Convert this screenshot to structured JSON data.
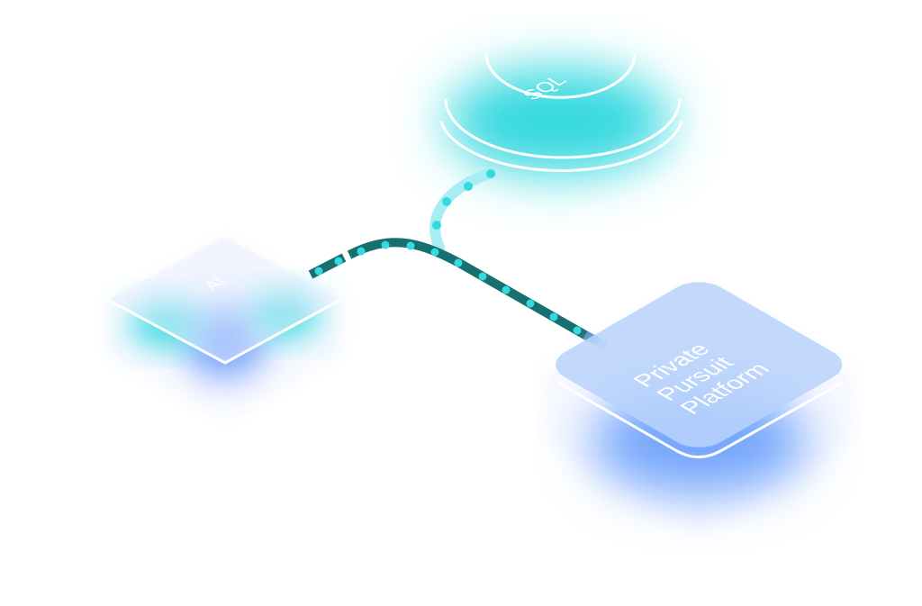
{
  "nodes": {
    "ai": {
      "label": "AI"
    },
    "sql": {
      "label": "SQL"
    },
    "platform": {
      "lines": [
        "Private",
        "Pursuit",
        "Platform"
      ]
    }
  },
  "colors": {
    "cyan": "#36d9e0",
    "teal_line": "#17706f",
    "blue": "#74a6fb",
    "platform_top": "#b9d2fc"
  }
}
